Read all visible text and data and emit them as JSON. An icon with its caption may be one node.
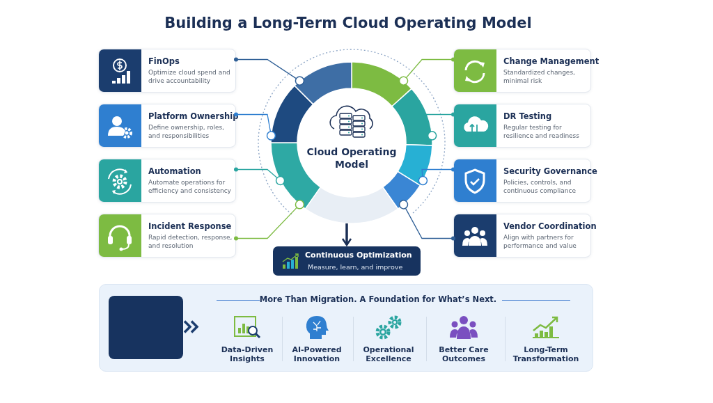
{
  "diagram": {
    "title": "Building a Long-Term Cloud Operating Model",
    "nodes": [
      {
        "text": [
          "FinOps",
          "Optimize cloud spend and drive accountability"
        ]
      },
      {
        "text": [
          "Platform Ownership",
          "Define ownership, roles, and responsibilities"
        ]
      },
      {
        "text": [
          "Automation",
          "Automate operations for efficiency and consistency"
        ]
      },
      {
        "text": [
          "Incident Response",
          "Rapid detection, response, and resolution"
        ]
      },
      {
        "text": [
          "Change Management",
          "Standardized changes, minimal risk"
        ]
      },
      {
        "text": [
          "DR Testing",
          "Regular testing for resilience and readiness"
        ]
      },
      {
        "text": [
          "Security Governance",
          "Policies, controls, and continuous compliance"
        ]
      },
      {
        "text": [
          "Vendor Coordination",
          "Align with partners for performance and value"
        ]
      },
      {
        "text": [
          "Cloud Operating Model"
        ]
      },
      {
        "text": [
          "Continuous Optimization",
          "Measure, learn, and improve"
        ]
      },
      {
        "text": [
          "More Than Migration. A Foundation for What’s Next."
        ]
      },
      {
        "text": [],
        "shape": "box",
        "in": 10
      }
    ],
    "edges": [
      {
        "from": 0,
        "to": 8,
        "arrow": "other",
        "color": "#2f5f96"
      },
      {
        "from": 1,
        "to": 8,
        "arrow": "other",
        "color": "#2f7fd0"
      },
      {
        "from": 2,
        "to": 8,
        "arrow": "other",
        "color": "#2aa5a0"
      },
      {
        "from": 3,
        "to": 8,
        "arrow": "other",
        "color": "#7dbb42"
      },
      {
        "from": 4,
        "to": 8,
        "arrow": "other",
        "color": "#7dbb42"
      },
      {
        "from": 5,
        "to": 8,
        "arrow": "other",
        "color": "#2aa5a0"
      },
      {
        "from": 6,
        "to": 8,
        "arrow": "other",
        "color": "#2f7fd0"
      },
      {
        "from": 7,
        "to": 8,
        "arrow": "other",
        "color": "#2f5f96"
      },
      {
        "from": 8,
        "to": 9,
        "arrow": "to",
        "color": "#1b2f55",
        "style": "thick"
      },
      {
        "from": 11,
        "to": null,
        "arrow": "to",
        "color": "#1b3d6e",
        "style": "thick"
      }
    ],
    "labels": [
      "Data-Driven Insights",
      "AI-Powered Innovation",
      "Operational Excellence",
      "Better Care Outcomes",
      "Long-Term Transformation"
    ]
  }
}
